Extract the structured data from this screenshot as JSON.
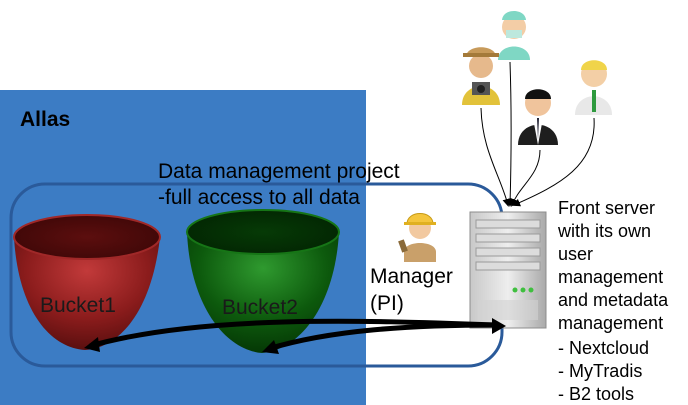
{
  "allas": {
    "title": "Allas"
  },
  "project": {
    "line1": "Data management project",
    "line2": "-full access to all data"
  },
  "buckets": [
    {
      "label": "Bucket1",
      "color": "#8b1c1c"
    },
    {
      "label": "Bucket2",
      "color": "#0d5a0d"
    }
  ],
  "manager": {
    "line1": "Manager",
    "line2": "(PI)"
  },
  "server": {
    "lines": [
      "Front server",
      "with its own",
      "user",
      "management",
      "and metadata",
      "management"
    ],
    "tools": [
      "- Nextcloud",
      "- MyTradis",
      "- B2 tools"
    ]
  },
  "users": [
    {
      "icon": "nurse-user-icon"
    },
    {
      "icon": "photographer-user-icon"
    },
    {
      "icon": "businessman-user-icon"
    },
    {
      "icon": "office-worker-user-icon"
    }
  ],
  "colors": {
    "allas_blue": "#3c7cc4",
    "outline_blue": "#2a5a9a"
  }
}
